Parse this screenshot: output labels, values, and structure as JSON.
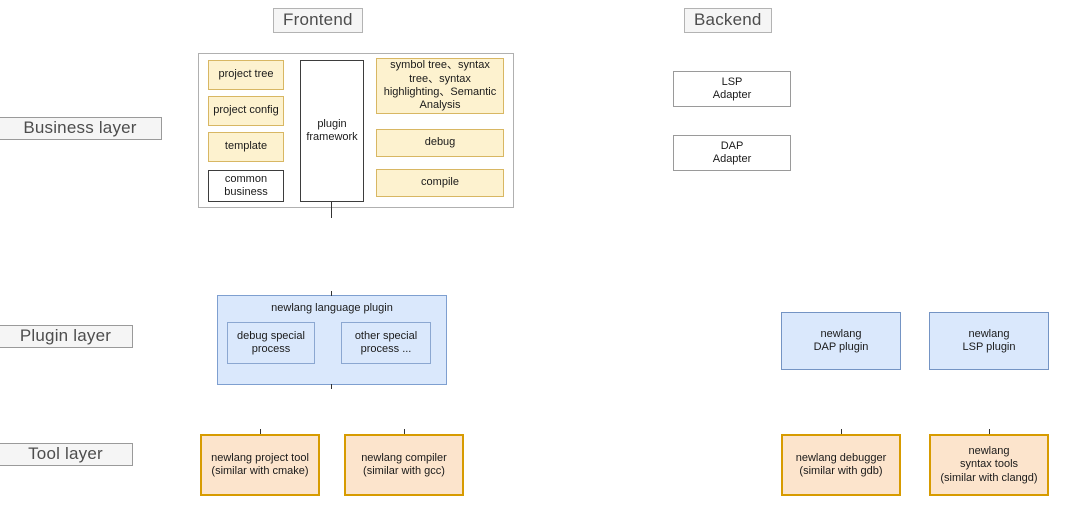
{
  "diagram": {
    "title_frontend": "Frontend",
    "title_backend": "Backend",
    "colors": {
      "yellow_fill": "#fdf2cf",
      "yellow_stroke": "#d8b763",
      "blue_fill": "#dae8fc",
      "blue_stroke": "#7494c4",
      "orange_fill": "#fce4cc",
      "orange_stroke": "#d79b00",
      "label_fill": "#f5f5f5",
      "label_stroke": "#9a9a9a",
      "text": "#1a1a1a",
      "title_text": "#4d4d4d",
      "page_background": "#ffffff"
    }
  },
  "layers": {
    "business": {
      "label": "Business layer"
    },
    "plugin": {
      "label": "Plugin layer"
    },
    "tool": {
      "label": "Tool layer"
    }
  },
  "business_layer": {
    "frontend": {
      "left_column": [
        {
          "label": "project tree",
          "style": "yellow"
        },
        {
          "label": "project config",
          "style": "yellow"
        },
        {
          "label": "template",
          "style": "yellow"
        },
        {
          "label": "common\nbusiness",
          "line1": "common",
          "line2": "business",
          "style": "white-dark"
        }
      ],
      "center": {
        "line1": "plugin",
        "line2": "framework",
        "style": "white-dark"
      },
      "right_column": [
        {
          "label": "symbol tree、syntax tree、syntax highlighting、Semantic Analysis",
          "style": "yellow"
        },
        {
          "label": "debug",
          "style": "yellow"
        },
        {
          "label": "compile",
          "style": "yellow"
        }
      ]
    },
    "backend": [
      {
        "line1": "LSP",
        "line2": "Adapter",
        "style": "white-gray"
      },
      {
        "line1": "DAP",
        "line2": "Adapter",
        "style": "white-gray"
      }
    ]
  },
  "plugin_layer": {
    "group": {
      "title": "newlang language plugin",
      "children": [
        {
          "line1": "debug special",
          "line2": "process"
        },
        {
          "line1": "other special",
          "line2": "process ..."
        }
      ]
    },
    "standalone": [
      {
        "line1": "newlang",
        "line2": "DAP plugin"
      },
      {
        "line1": "newlang",
        "line2": "LSP plugin"
      }
    ]
  },
  "tool_layer": {
    "items": [
      {
        "line1": "newlang project tool",
        "line2": "(similar with cmake)",
        "line3": ""
      },
      {
        "line1": "newlang compiler",
        "line2": "(similar with gcc)",
        "line3": ""
      },
      {
        "line1": "newlang debugger",
        "line2": "(similar with gdb)",
        "line3": ""
      },
      {
        "line1": "newlang",
        "line2": "syntax tools",
        "line3": "(similar with clangd)"
      }
    ]
  }
}
